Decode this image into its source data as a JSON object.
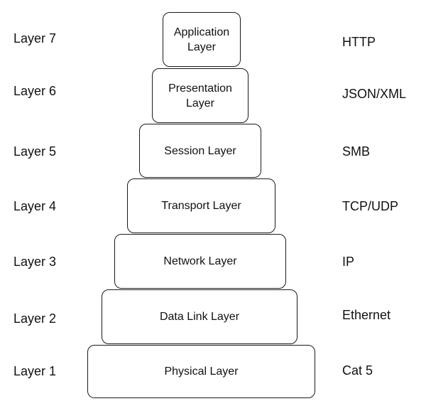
{
  "layers": [
    {
      "number_label": "Layer 7",
      "name_line1": "Application",
      "name_line2": "Layer",
      "protocol": "HTTP"
    },
    {
      "number_label": "Layer 6",
      "name_line1": "Presentation",
      "name_line2": "Layer",
      "protocol": "JSON/XML"
    },
    {
      "number_label": "Layer 5",
      "name_line1": "Session Layer",
      "name_line2": "",
      "protocol": "SMB"
    },
    {
      "number_label": "Layer 4",
      "name_line1": "Transport Layer",
      "name_line2": "",
      "protocol": "TCP/UDP"
    },
    {
      "number_label": "Layer 3",
      "name_line1": "Network Layer",
      "name_line2": "",
      "protocol": "IP"
    },
    {
      "number_label": "Layer 2",
      "name_line1": "Data Link Layer",
      "name_line2": "",
      "protocol": "Ethernet"
    },
    {
      "number_label": "Layer 1",
      "name_line1": "Physical Layer",
      "name_line2": "",
      "protocol": "Cat 5"
    }
  ]
}
